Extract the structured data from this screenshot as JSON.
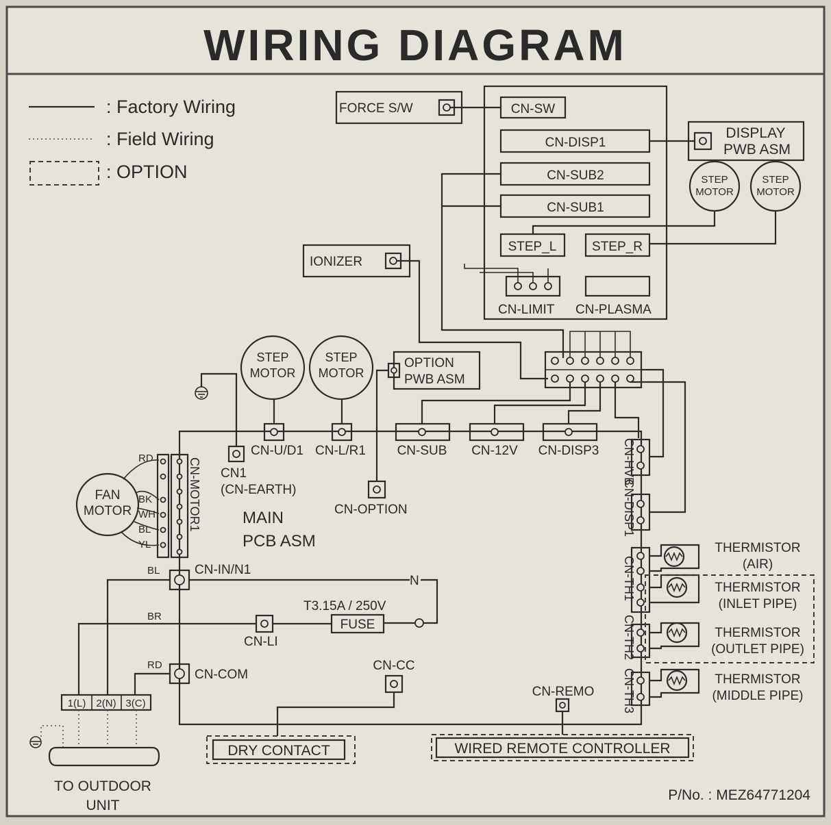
{
  "title": "WIRING DIAGRAM",
  "legend": {
    "factory": ": Factory Wiring",
    "field": ": Field Wiring",
    "option": ": OPTION"
  },
  "labels": {
    "force_sw": "FORCE S/W",
    "cn_sw": "CN-SW",
    "cn_disp1": "CN-DISP1",
    "cn_sub2": "CN-SUB2",
    "cn_sub1": "CN-SUB1",
    "step_l": "STEP_L",
    "step_r": "STEP_R",
    "cn_limit": "CN-LIMIT",
    "cn_plasma": "CN-PLASMA",
    "display_l1": "DISPLAY",
    "display_l2": "PWB ASM",
    "step": "STEP",
    "motor": "MOTOR",
    "ionizer": "IONIZER",
    "option_l1": "OPTION",
    "option_l2": "PWB ASM",
    "cn_ud1": "CN-U/D1",
    "cn_lr1": "CN-L/R1",
    "cn_sub": "CN-SUB",
    "cn_12v": "CN-12V",
    "cn_disp3": "CN-DISP3",
    "cn_hvb": "CN-HVB",
    "cn_disp1_v": "CN-DISP1",
    "cn_th1": "CN-TH1",
    "cn_th2": "CN-TH2",
    "cn_th3": "CN-TH3",
    "cn1": "CN1",
    "cn_earth": "(CN-EARTH)",
    "cn_option": "CN-OPTION",
    "main": "MAIN",
    "pcb": "PCB ASM",
    "fan": "FAN",
    "fan_motor": "MOTOR",
    "rd": "RD",
    "bk": "BK",
    "wh": "WH",
    "bl": "BL",
    "yl": "YL",
    "cn_motor1": "CN-MOTOR1",
    "bl2": "BL",
    "cn_in": "CN-IN/N1",
    "n_mark": "N",
    "fuse_rating": "T3.15A / 250V",
    "br": "BR",
    "fuse": "FUSE",
    "cn_li": "CN-LI",
    "rd2": "RD",
    "cn_com": "CN-COM",
    "cn_cc": "CN-CC",
    "cn_remo": "CN-REMO",
    "t1": "1(L)",
    "t2": "2(N)",
    "t3": "3(C)",
    "to_outdoor_1": "TO OUTDOOR",
    "to_outdoor_2": "UNIT",
    "dry_contact": "DRY CONTACT",
    "wired_remote": "WIRED REMOTE CONTROLLER",
    "thermistor": "THERMISTOR",
    "air": "(AIR)",
    "inlet": "(INLET PIPE)",
    "outlet": "(OUTLET PIPE)",
    "middle": "(MIDDLE PIPE)",
    "part_no": "P/No. : MEZ64771204"
  }
}
